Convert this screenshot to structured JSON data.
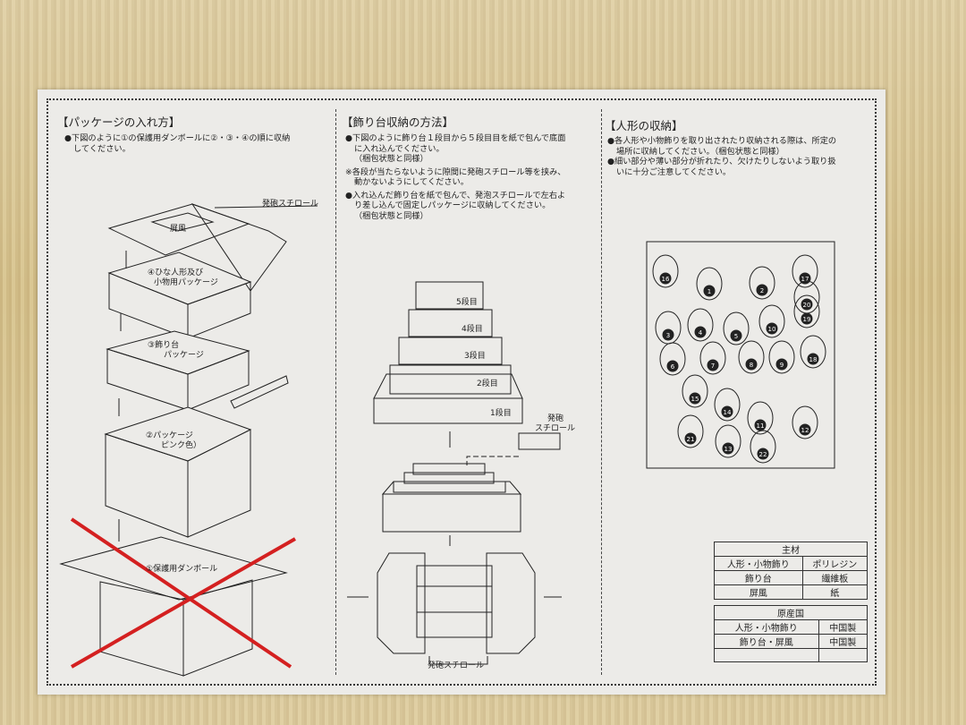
{
  "left": {
    "title": "【パッケージの入れ方】",
    "lines": [
      "●下図のように①の保護用ダンボールに②・③・④の順に収納",
      "してください。"
    ],
    "labels": {
      "styrofoam": "発砲スチロール",
      "screen": "屏風",
      "pkg4_a": "④ひな人形及び",
      "pkg4_b": "小物用パッケージ",
      "pkg3_a": "③飾り台",
      "pkg3_b": "パッケージ",
      "pkg2_a": "②パッケージ",
      "pkg2_b": "ピンク色）",
      "pkg1": "①保護用ダンボール"
    }
  },
  "middle": {
    "title": "【飾り台収納の方法】",
    "lines": [
      "●下図のように飾り台１段目から５段目目を紙で包んで底面",
      "に入れ込んでください。",
      "（梱包状態と同様）",
      "※各段が当たらないように隙間に発砲スチロール等を挟み、",
      "動かないようにしてください。",
      "●入れ込んだ飾り台を紙で包んで、発泡スチロールで左右よ",
      "り差し込んで固定しパッケージに収納してください。",
      "（梱包状態と同様）"
    ],
    "tiers": [
      "5段目",
      "4段目",
      "3段目",
      "2段目",
      "1段目"
    ],
    "foam_a": "発砲",
    "foam_b": "スチロール",
    "foam_bottom": "発砲スチロール"
  },
  "right": {
    "title": "【人形の収納】",
    "lines": [
      "●各人形や小物飾りを取り出されたり収納される際は、所定の",
      "場所に収納してください。（梱包状態と同様）",
      "●細い部分や薄い部分が折れたり、欠けたりしないよう取り扱",
      "いに十分ご注意してください。"
    ],
    "numbers": [
      "16",
      "1",
      "2",
      "17",
      "20",
      "19",
      "3",
      "4",
      "5",
      "10",
      "6",
      "7",
      "8",
      "9",
      "18",
      "15",
      "14",
      "11",
      "12",
      "21",
      "13",
      "22"
    ],
    "materials": {
      "header": "主材",
      "rows": [
        [
          "人形・小物飾り",
          "ポリレジン"
        ],
        [
          "飾り台",
          "繊維板"
        ],
        [
          "屏風",
          "紙"
        ]
      ]
    },
    "origin": {
      "header": "原産国",
      "rows": [
        [
          "人形・小物飾り",
          "中国製"
        ],
        [
          "飾り台・屏風",
          "中国製"
        ],
        [
          "",
          ""
        ]
      ]
    }
  },
  "colors": {
    "cross": "#d42020",
    "paper": "#ecebe8"
  }
}
